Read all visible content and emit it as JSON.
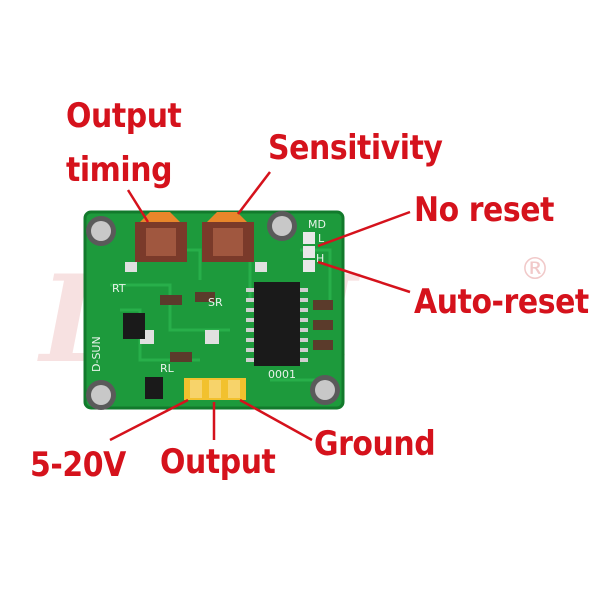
{
  "labels": {
    "output_timing_line1": "Output",
    "output_timing_line2": "timing",
    "sensitivity": "Sensitivity",
    "no_reset": "No reset",
    "auto_reset": "Auto-reset",
    "voltage": "5-20V",
    "output": "Output",
    "ground": "Ground"
  },
  "board": {
    "rt": "RT",
    "sr": "SR",
    "md": "MD",
    "l": "L",
    "h": "H",
    "rl": "RL",
    "brand": "D-SUN",
    "chip": "0001"
  },
  "watermark": {
    "logo_text": "LLM",
    "registered": "®"
  },
  "colors": {
    "label": "#d5121c",
    "pcb": "#1d9a3c",
    "pin": "#f2c12e",
    "pot": "#e8862a",
    "pot_body": "#7a3a2a"
  }
}
